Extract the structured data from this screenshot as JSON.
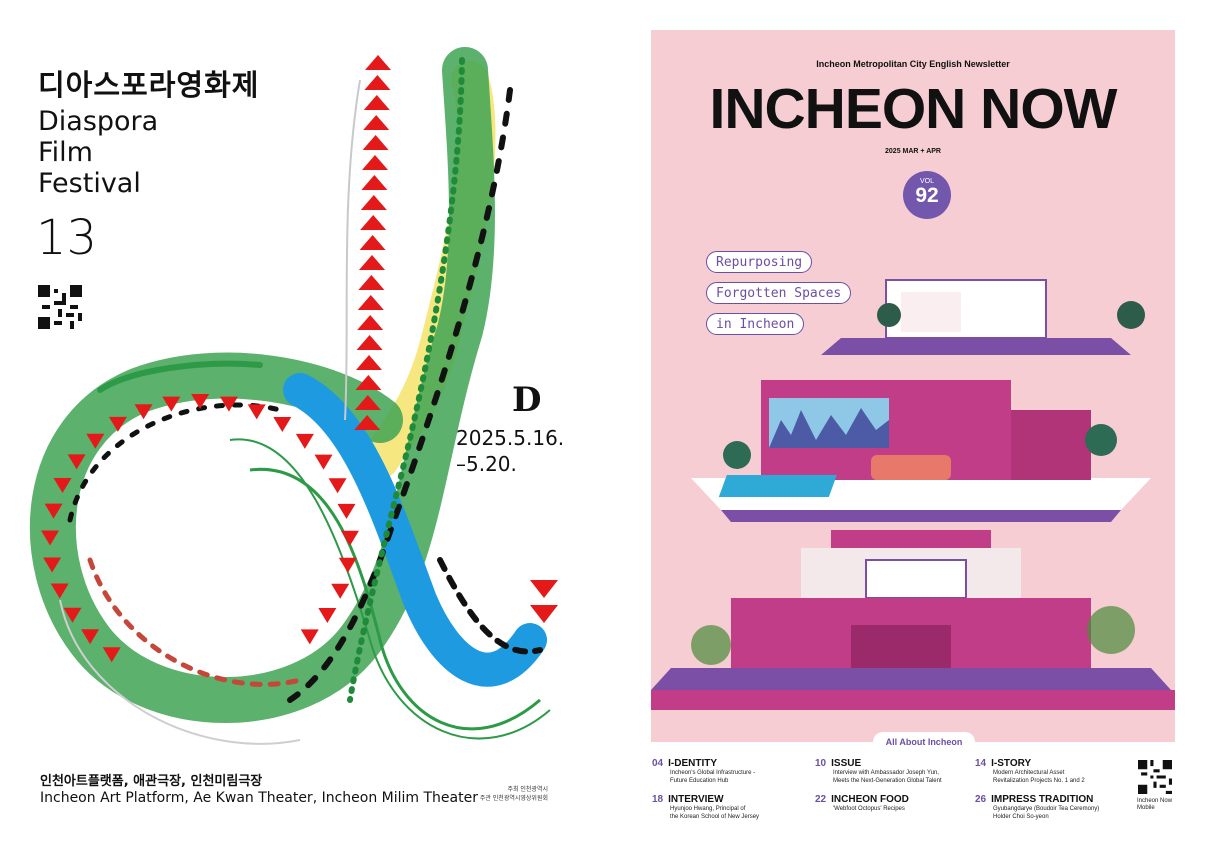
{
  "left_poster": {
    "title_ko": "디아스포라영화제",
    "title_en": [
      "Diaspora",
      "Film",
      "Festival"
    ],
    "edition": "13",
    "d_mark": "D",
    "date_line1": "2025.5.16.",
    "date_line2": "–5.20.",
    "venues_ko": "인천아트플랫폼, 애관극장, 인천미림극장",
    "venues_en": "Incheon Art Platform, Ae Kwan Theater, Incheon Milim Theater",
    "organizer_1": "주최 인천광역시",
    "organizer_2": "주관 인천광역시영상위원회",
    "colors": {
      "green": "#2d9a47",
      "red": "#e41a1a",
      "blue": "#1e9be0",
      "yellow": "#f5e36b"
    }
  },
  "right_poster": {
    "newsletter_label": "Incheon Metropolitan City English Newsletter",
    "title": "INCHEON NOW",
    "issue": "2025 MAR + APR",
    "vol_label": "VOL",
    "vol_number": "92",
    "pills": [
      "Repurposing",
      "Forgotten Spaces",
      "in Incheon"
    ],
    "section_tab": "All About Incheon",
    "toc": [
      {
        "num": "04",
        "title": "I-DENTITY",
        "desc": [
          "Incheon's Global Infrastructure -",
          "Future Education Hub"
        ]
      },
      {
        "num": "10",
        "title": "ISSUE",
        "desc": [
          "Interview with Ambassador Joseph Yun,",
          "Meets the Next-Generation Global Talent"
        ]
      },
      {
        "num": "14",
        "title": "I-STORY",
        "desc": [
          "Modern Architectural Asset",
          "Revitalization Projects No. 1 and 2"
        ]
      },
      {
        "num": "18",
        "title": "INTERVIEW",
        "desc": [
          "Hyunjoo Hwang, Principal of",
          "the Korean School of New Jersey"
        ]
      },
      {
        "num": "22",
        "title": "INCHEON FOOD",
        "desc": [
          "'Webfoot Octopus' Recipes",
          ""
        ]
      },
      {
        "num": "26",
        "title": "IMPRESS TRADITION",
        "desc": [
          "Gyubangdarye (Boudoir Tea Ceremony)",
          "Holder Choi So-yeon"
        ]
      }
    ],
    "qr_label": [
      "Incheon Now",
      "Mobile"
    ],
    "colors": {
      "pink": "#f6cdd3",
      "purple": "#6b4fa3",
      "magenta": "#c23d87"
    }
  }
}
